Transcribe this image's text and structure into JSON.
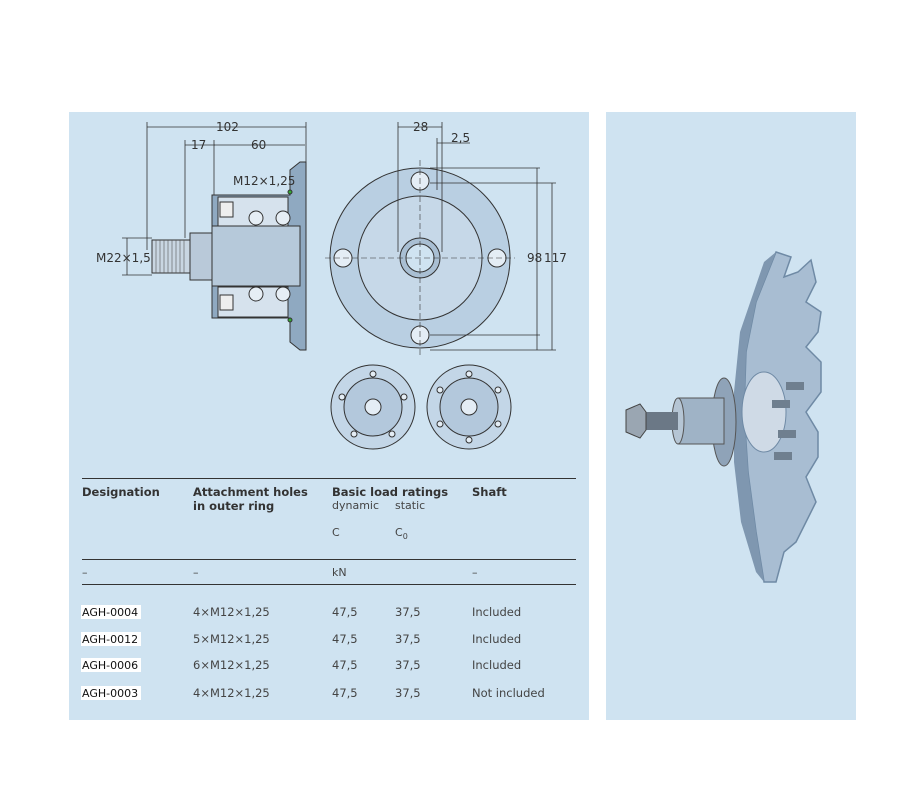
{
  "drawing": {
    "dims": {
      "d102": "102",
      "d17": "17",
      "d60": "60",
      "m12": "M12×1,25",
      "m22": "M22×1,5",
      "d28": "28",
      "d25": "2,5",
      "d98": "98",
      "d117": "117"
    }
  },
  "table": {
    "headers": {
      "designation": "Designation",
      "holes_line1": "Attachment holes",
      "holes_line2": "in outer ring",
      "ratings": "Basic load ratings",
      "shaft": "Shaft"
    },
    "subheaders": {
      "dynamic": "dynamic",
      "static": "static",
      "c": "C",
      "c0": "C",
      "c0_sub": "0"
    },
    "units": {
      "designation": "–",
      "holes": "–",
      "ratings": "kN",
      "shaft": "–"
    },
    "rows": [
      {
        "designation": "AGH-0004",
        "holes": "4×M12×1,25",
        "dynamic": "47,5",
        "static": "37,5",
        "shaft": "Included"
      },
      {
        "designation": "AGH-0012",
        "holes": "5×M12×1,25",
        "dynamic": "47,5",
        "static": "37,5",
        "shaft": "Included"
      },
      {
        "designation": "AGH-0006",
        "holes": "6×M12×1,25",
        "dynamic": "47,5",
        "static": "37,5",
        "shaft": "Included"
      },
      {
        "designation": "AGH-0003",
        "holes": "4×M12×1,25",
        "dynamic": "47,5",
        "static": "37,5",
        "shaft": "Not included"
      }
    ]
  }
}
